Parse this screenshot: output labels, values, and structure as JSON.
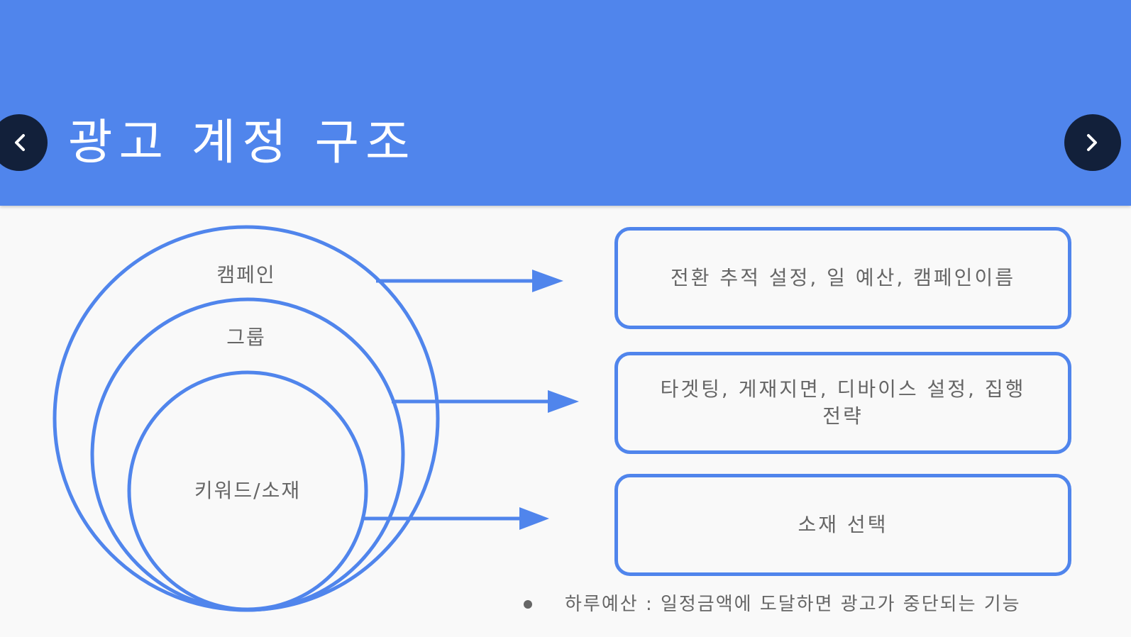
{
  "slide": {
    "title": "광고 계정 구조"
  },
  "navigation": {
    "prev_icon": "chevron-left-icon",
    "next_icon": "chevron-right-icon"
  },
  "diagram": {
    "circles": [
      {
        "label": "캠페인"
      },
      {
        "label": "그룹"
      },
      {
        "label": "키워드/소재"
      }
    ],
    "boxes": [
      {
        "text": "전환 추적 설정, 일 예산, 캠페인이름"
      },
      {
        "text": "타겟팅, 게재지면, 디바이스 설정, 집행전략"
      },
      {
        "text": "소재 선택"
      }
    ]
  },
  "note": {
    "text": "하루예산 : 일정금액에 도달하면 광고가 중단되는 기능"
  },
  "colors": {
    "accent": "#5085ec",
    "nav_button": "#12203a",
    "text": "#666666",
    "background": "#f9f9f9"
  }
}
